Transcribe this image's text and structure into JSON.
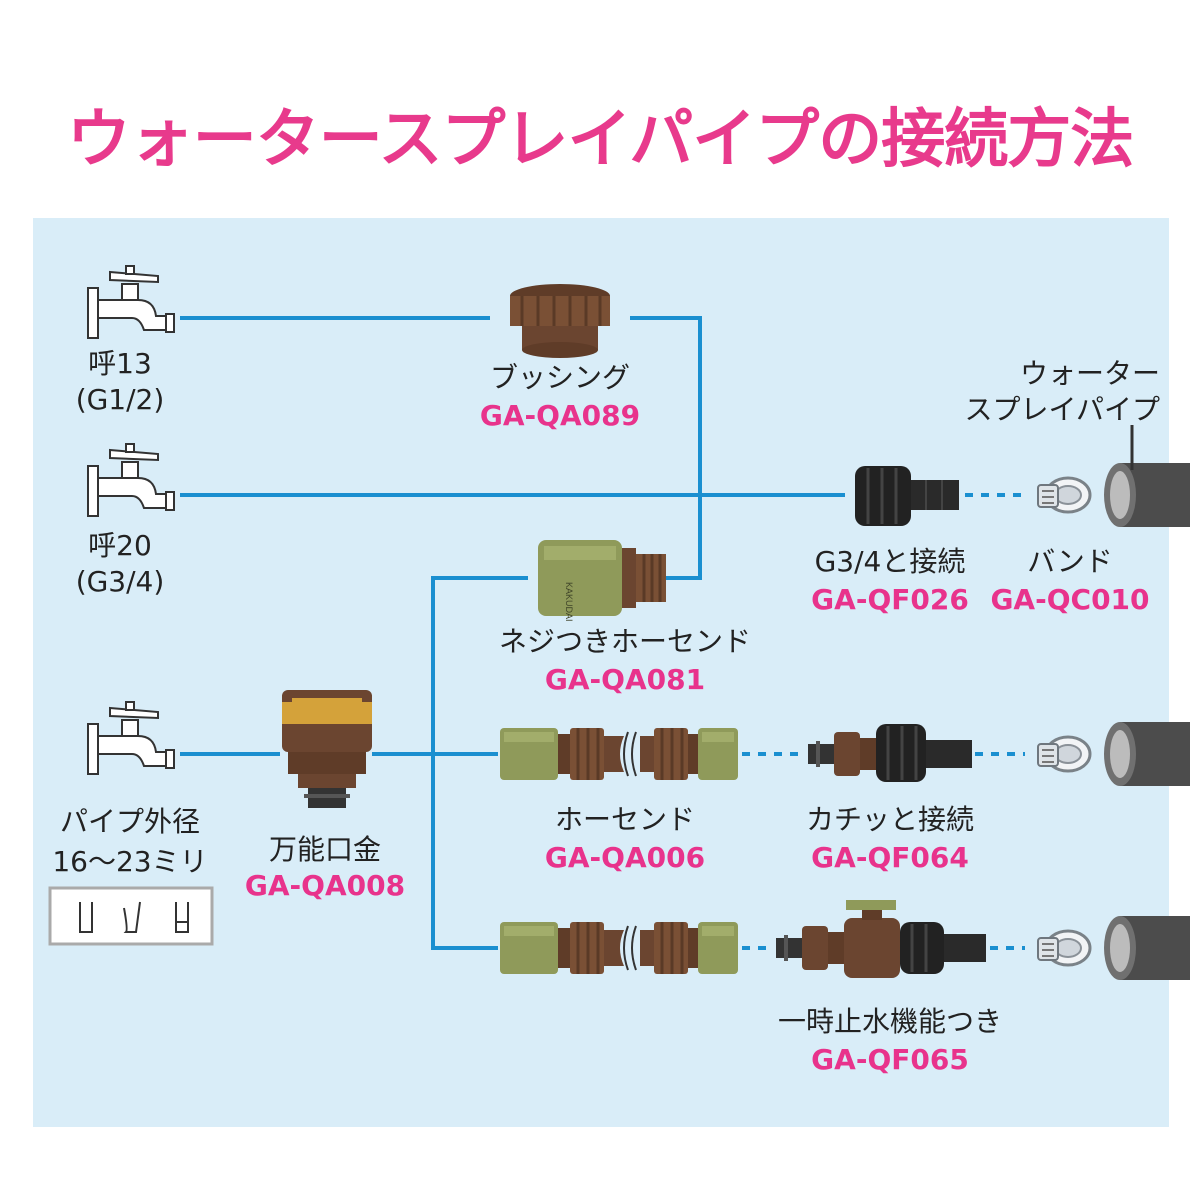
{
  "title": "ウォータースプレイパイプの接続方法",
  "faucets": [
    {
      "name": "呼13",
      "size": "(G1/2)"
    },
    {
      "name": "呼20",
      "size": "(G3/4)"
    },
    {
      "name": "パイプ外径",
      "size": "16〜23ミリ"
    }
  ],
  "parts": {
    "bushing": {
      "label": "ブッシング",
      "code": "GA-QA089"
    },
    "threaded_hose_end": {
      "label": "ネジつきホーセンド",
      "code": "GA-QA081"
    },
    "universal_faucet": {
      "label": "万能口金",
      "code": "GA-QA008"
    },
    "hose_end": {
      "label": "ホーセンド",
      "code": "GA-QA006"
    },
    "g34_connector": {
      "label": "G3/4と接続",
      "code": "GA-QF026"
    },
    "band": {
      "label": "バンド",
      "code": "GA-QC010"
    },
    "click_connector": {
      "label": "カチッと接続",
      "code": "GA-QF064"
    },
    "stop_connector": {
      "label": "一時止水機能つき",
      "code": "GA-QF065"
    }
  },
  "pipe_label": {
    "line1": "ウォーター",
    "line2": "スプレイパイプ"
  },
  "brand_text": "KAKUDAI",
  "colors": {
    "title": "#e83a8c",
    "code": "#e8338c",
    "panel": "#d9edf8",
    "line": "#1a8fd0",
    "brown": "#6b4530",
    "olive": "#8f9a5a",
    "black": "#222222",
    "pipe": "#777777"
  }
}
